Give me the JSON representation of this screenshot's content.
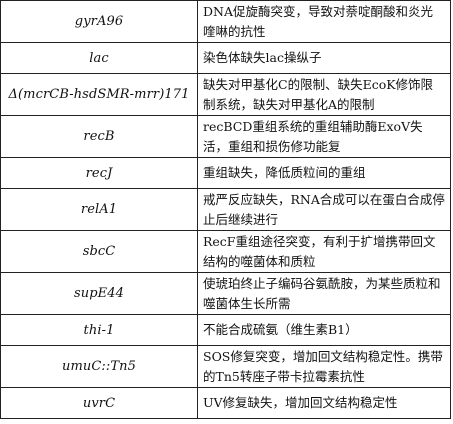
{
  "rows": [
    {
      "gene": "gyrA96",
      "description": "DNA促旋酶突变，导致对萘啶酮酸和炎光喹啉的抗性",
      "lines": 2
    },
    {
      "gene": "lac",
      "description": "染色体缺失lac操纵子",
      "lines": 1
    },
    {
      "gene": "Δ(mcrCB-hsdSMR-mrr)171",
      "description": "缺失对甲基化C的限制、缺失EcoK修饰限制系统，缺失对甲基化A的限制",
      "lines": 2
    },
    {
      "gene": "recB",
      "description": "recBCD重组系统的重组辅助酶ExoV失活，重组和损伤修功能复",
      "lines": 2
    },
    {
      "gene": "recJ",
      "description": "重组缺失，降低质粒间的重组",
      "lines": 1
    },
    {
      "gene": "relA1",
      "description": "戒严反应缺失，RNA合成可以在蛋白合成停止后继续进行",
      "lines": 2
    },
    {
      "gene": "sbcC",
      "description": "RecF重组途径突变，有利于扩增携带回文结构的噬菌体和质粒",
      "lines": 2
    },
    {
      "gene": "supE44",
      "description": "使琥珀终止子编码谷氨酰胺，为某些质粒和噬菌体生长所需",
      "lines": 2
    },
    {
      "gene": "thi-1",
      "description": "不能合成硫氨（维生素B1）",
      "lines": 1
    },
    {
      "gene": "umuC::Tn5",
      "description": "SOS修复突变，增加回文结构稳定性。携带的Tn5转座子带卡拉霉素抗性",
      "lines": 2
    },
    {
      "gene": "uvrC",
      "description": "UV修复缺失，增加回文结构稳定性",
      "lines": 1
    }
  ]
}
